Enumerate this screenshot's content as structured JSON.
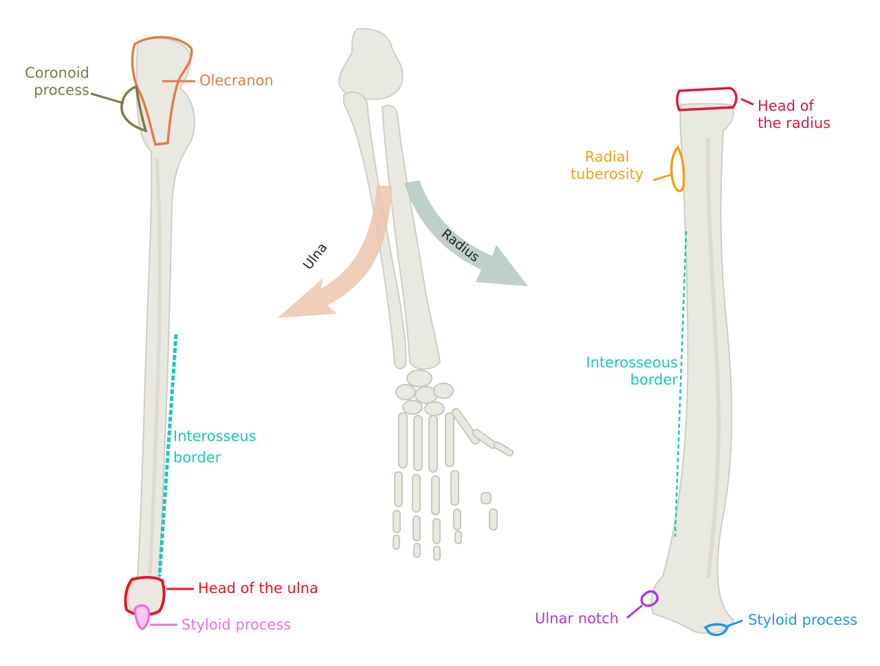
{
  "colors": {
    "bone_fill": "#e9e8e1",
    "bone_shade": "#cfcdc3",
    "olecranon": "#e07b4f",
    "coronoid": "#7b7a48",
    "interosseous": "#1cc7b6",
    "head_ulna": "#e8141c",
    "styloid_ulna": "#ee6fe2",
    "head_radius": "#d81b3c",
    "radial_tuberosity": "#f2a016",
    "ulnar_notch": "#a53be0",
    "styloid_radius": "#1e96e8",
    "ulna_arrow": "#edc4a9",
    "radius_arrow": "#b8cbc2"
  },
  "ulna_labels": {
    "coronoid_line1": "Coronoid",
    "coronoid_line2": "process",
    "olecranon": "Olecranon",
    "interosseus_line1": "Interosseus",
    "interosseus_line2": "border",
    "head": "Head of the ulna",
    "styloid": "Styloid process"
  },
  "center_labels": {
    "ulna_arrow": "Ulna",
    "radius_arrow": "Radius"
  },
  "radius_labels": {
    "head_line1": "Head of",
    "head_line2": "the radius",
    "tuberosity_line1": "Radial",
    "tuberosity_line2": "tuberosity",
    "interosseous_line1": "Interosseous",
    "interosseous_line2": "border",
    "ulnar_notch": "Ulnar notch",
    "styloid": "Styloid process"
  }
}
